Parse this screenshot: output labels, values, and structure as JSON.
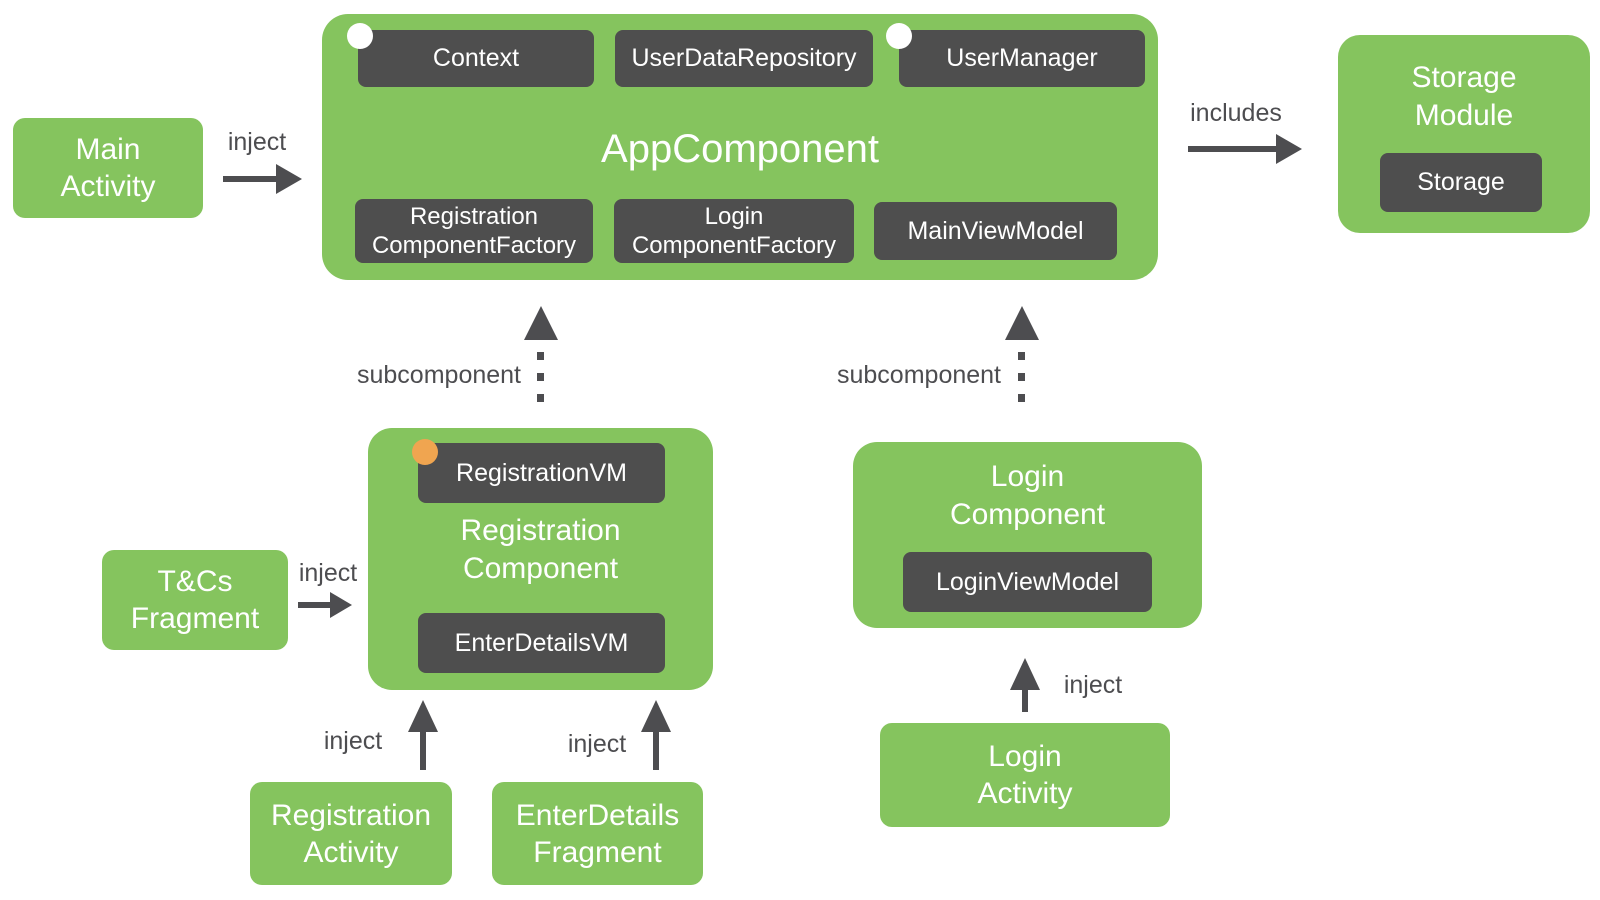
{
  "colors": {
    "component_green": "#85C45E",
    "inner_box_dark": "#4E4E4E",
    "arrow_gray": "#4D4D50",
    "scope_dot_white": "#FFFFFF",
    "scope_dot_orange": "#F0A550",
    "background": "#FFFFFF",
    "text_on_boxes": "#FFFFFF"
  },
  "nodes": {
    "app_component": "AppComponent",
    "context": "Context",
    "user_data_repository": "UserDataRepository",
    "user_manager": "UserManager",
    "registration_component_factory": "Registration\nComponentFactory",
    "login_component_factory": "Login\nComponentFactory",
    "main_view_model": "MainViewModel",
    "main_activity": "Main\nActivity",
    "storage_module": "Storage\nModule",
    "storage": "Storage",
    "registration_component": "Registration\nComponent",
    "registration_vm": "RegistrationVM",
    "enter_details_vm": "EnterDetailsVM",
    "login_component": "Login\nComponent",
    "login_view_model": "LoginViewModel",
    "tcs_fragment": "T&Cs\nFragment",
    "registration_activity": "Registration\nActivity",
    "enter_details_fragment": "EnterDetails\nFragment",
    "login_activity": "Login\nActivity"
  },
  "edges": {
    "inject": "inject",
    "subcomponent": "subcomponent",
    "includes": "includes"
  }
}
